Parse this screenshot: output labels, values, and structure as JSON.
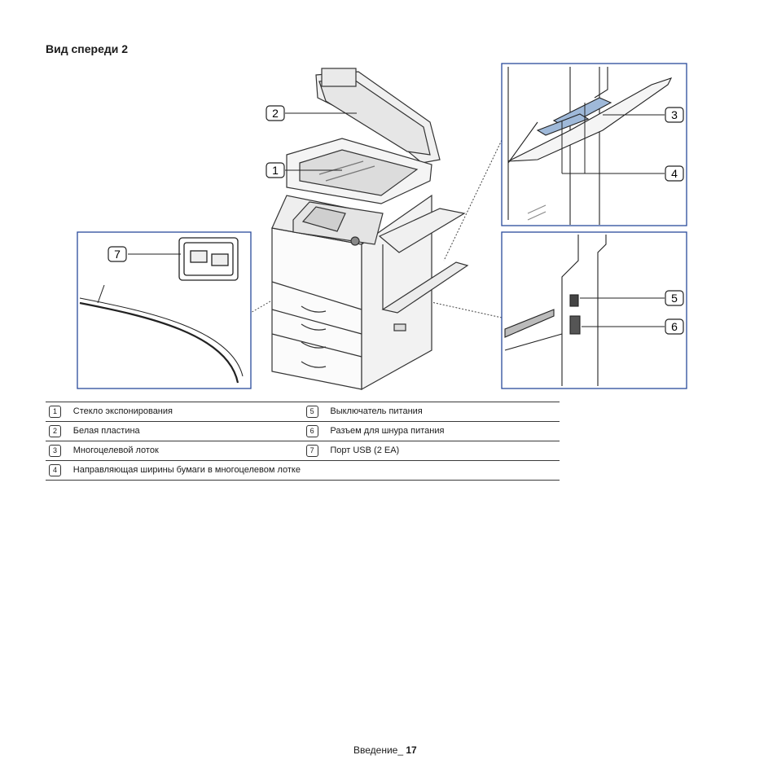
{
  "section_title": "Вид спереди 2",
  "callouts": [
    "1",
    "2",
    "3",
    "4",
    "5",
    "6",
    "7"
  ],
  "legend": {
    "rows": [
      {
        "left_num": "1",
        "left_label": "Стекло экспонирования",
        "right_num": "5",
        "right_label": "Выключатель питания"
      },
      {
        "left_num": "2",
        "left_label": "Белая пластина",
        "right_num": "6",
        "right_label": "Разъем для шнура питания"
      },
      {
        "left_num": "3",
        "left_label": "Многоцелевой лоток",
        "right_num": "7",
        "right_label": "Порт USB (2 EA)"
      },
      {
        "left_num": "4",
        "left_label": "Направляющая ширины бумаги в многоцелевом лотке",
        "right_num": "",
        "right_label": ""
      }
    ]
  },
  "footer": {
    "section": "Введение_",
    "page": "17"
  },
  "colors": {
    "frame": "#2a4a9c",
    "line": "#222222",
    "text": "#1a1a1a"
  }
}
